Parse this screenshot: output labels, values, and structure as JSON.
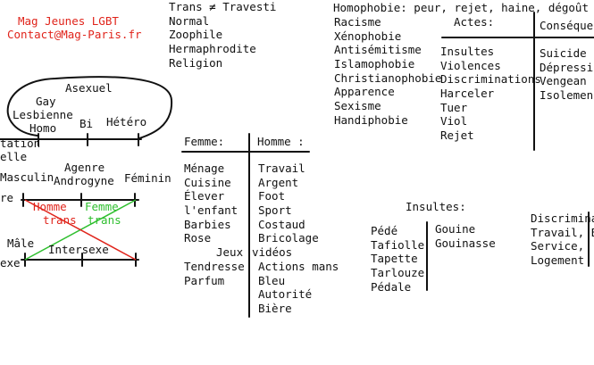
{
  "header": {
    "org_name": "Mag Jeunes LGBT",
    "contact": "Contact@Mag-Paris.fr"
  },
  "terms_list": [
    "Trans ≠ Travesti",
    "Normal",
    "Zoophile",
    "Hermaphrodite",
    "Religion"
  ],
  "orientation": {
    "ellipse_label": "Asexuel",
    "gay": "Gay",
    "lesbienne": "Lesbienne",
    "homo": "Homo",
    "bi": "Bi",
    "hetero": "Hétéro",
    "cut_label_1": "tation",
    "cut_label_2": "elle"
  },
  "gender": {
    "masculin": "Masculin",
    "agenre": "Agenre",
    "androgyne": "Androgyne",
    "feminin": "Féminin",
    "cut_label": "re",
    "homme_trans_1": "Homme",
    "homme_trans_2": "trans",
    "femme_trans_1": "Femme",
    "femme_trans_2": "trans"
  },
  "sex": {
    "male": "Mâle",
    "intersexe": "Intersexe",
    "cut_label": "exe"
  },
  "stereotypes": {
    "femme_header": "Femme:",
    "homme_header": "Homme :",
    "femme_items": [
      "Ménage",
      "Cuisine",
      "Élever",
      "l'enfant",
      "Barbies",
      "Rose",
      "",
      "Tendresse",
      "Parfum"
    ],
    "homme_items": [
      "Travail",
      "Argent",
      "Foot",
      "Sport",
      "Costaud",
      "Bricolage",
      "",
      "Actions mans",
      "Bleu",
      "Autorité",
      "Bière"
    ],
    "jeux": "Jeux",
    "videos": "vidéos"
  },
  "homophobia": {
    "title": "Homophobie: peur, rejet, haine, dégoût",
    "types": [
      "Racisme",
      "Xénophobie",
      "Antisémitisme",
      "Islamophobie",
      "Christianophobie",
      "Apparence",
      "Sexisme",
      "Handiphobie"
    ],
    "actes_header": "Actes:",
    "actes": [
      "Insultes",
      "Violences",
      "Discriminations",
      "Harceler",
      "Tuer",
      "Viol",
      "Rejet"
    ],
    "consequences_header": "Conséque",
    "consequences": [
      "Suicide",
      "Dépressi",
      "Vengean",
      "Isolemen"
    ]
  },
  "insults": {
    "header": "Insultes:",
    "left": [
      "Pédé",
      "Tafiolle",
      "Tapette",
      "Tarlouze",
      "Pédale"
    ],
    "right": [
      "Gouine",
      "Gouinasse"
    ]
  },
  "discrimination": {
    "lines": [
      "Discriminat",
      "Travail, Bi",
      "Service,",
      "Logement"
    ]
  }
}
